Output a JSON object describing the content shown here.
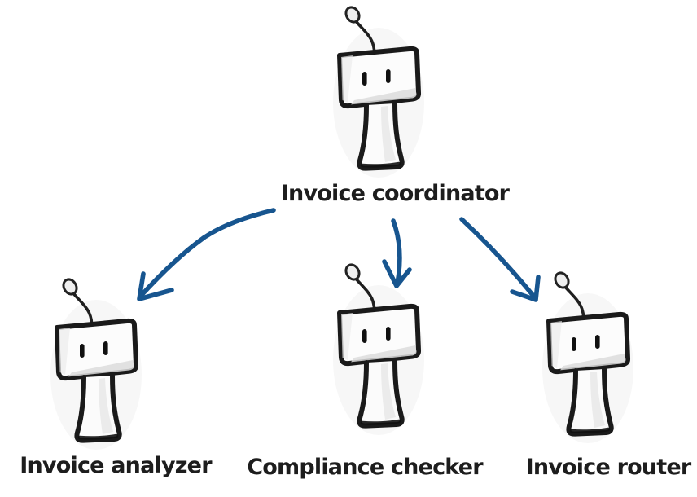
{
  "diagram": {
    "type": "agent-hierarchy",
    "arrow_color": "#17558f",
    "ink_color": "#1a1a1a",
    "nodes": {
      "coordinator": {
        "label": "Invoice coordinator",
        "icon": "robot-icon",
        "role": "parent"
      },
      "analyzer": {
        "label": "Invoice analyzer",
        "icon": "robot-icon",
        "role": "child"
      },
      "checker": {
        "label": "Compliance checker",
        "icon": "robot-icon",
        "role": "child"
      },
      "router": {
        "label": "Invoice router",
        "icon": "robot-icon",
        "role": "child"
      }
    },
    "edges": [
      {
        "from": "coordinator",
        "to": "analyzer"
      },
      {
        "from": "coordinator",
        "to": "checker"
      },
      {
        "from": "coordinator",
        "to": "router"
      }
    ]
  }
}
